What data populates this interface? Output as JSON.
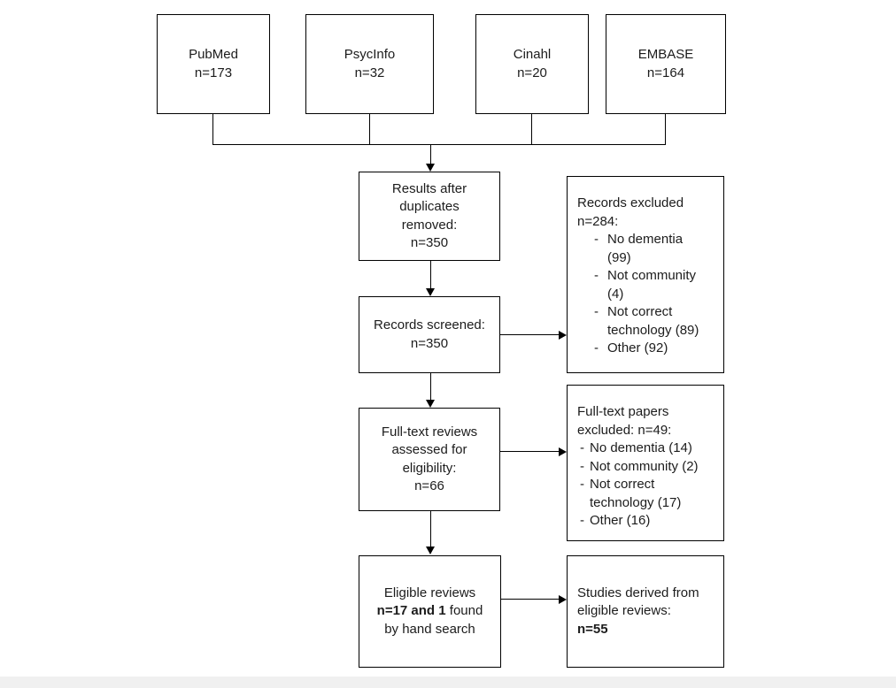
{
  "page": {
    "background": "#ffffff",
    "footer_strip_color": "#f0f0f0",
    "line_color": "#000000"
  },
  "bullet_marker": "-",
  "sources": [
    {
      "name": "PubMed",
      "count": "n=173"
    },
    {
      "name": "PsycInfo",
      "count": "n=32"
    },
    {
      "name": "Cinahl",
      "count": "n=20"
    },
    {
      "name": "EMBASE",
      "count": "n=164"
    }
  ],
  "duplicates_box": {
    "line1": "Results after",
    "line2": "duplicates",
    "line3": "removed:",
    "line4": "n=350"
  },
  "screened_box": {
    "line1": "Records screened:",
    "line2": "n=350"
  },
  "fulltext_box": {
    "line1": "Full-text reviews",
    "line2": "assessed for",
    "line3": "eligibility:",
    "line4": "n=66"
  },
  "eligible_box": {
    "line1": "Eligible reviews",
    "line2_bold": "n=17 and 1",
    "line2_rest": " found",
    "line3": "by hand search"
  },
  "records_excluded_box": {
    "title1": "Records excluded",
    "title2": "n=284:",
    "items": [
      "No dementia (99)",
      "Not community (4)",
      "Not correct technology (89)",
      "Other (92)"
    ]
  },
  "fulltext_excluded_box": {
    "title1": "Full-text papers",
    "title2": "excluded: n=49:",
    "items": [
      "No dementia (14)",
      "Not community (2)",
      "Not correct technology (17)",
      "Other (16)"
    ]
  },
  "studies_box": {
    "line1": "Studies derived from",
    "line2": "eligible reviews:",
    "line3_bold": "n=55"
  }
}
